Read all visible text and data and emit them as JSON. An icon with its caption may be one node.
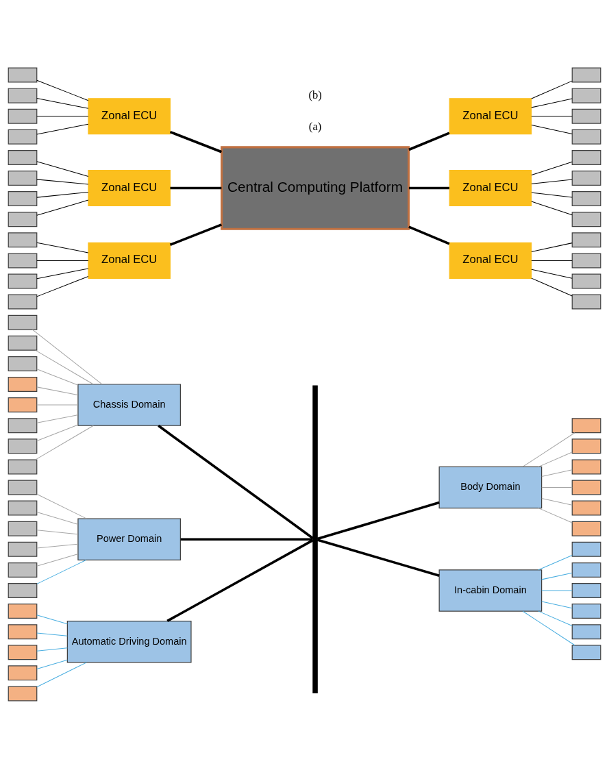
{
  "diagram": {
    "nodes": [
      {
        "text": [
          "Automatic Driving Domain"
        ]
      },
      {
        "text": [],
        "shape": "box"
      },
      {
        "text": [],
        "shape": "box"
      },
      {
        "text": [],
        "shape": "box"
      },
      {
        "text": [],
        "shape": "box"
      },
      {
        "text": [],
        "shape": "box"
      },
      {
        "text": [],
        "shape": "bar"
      },
      {
        "text": [
          "Body Domain"
        ]
      },
      {
        "text": [],
        "shape": "box"
      },
      {
        "text": [],
        "shape": "box"
      },
      {
        "text": [],
        "shape": "box"
      },
      {
        "text": [],
        "shape": "box"
      },
      {
        "text": [],
        "shape": "box"
      },
      {
        "text": [],
        "shape": "box"
      },
      {
        "text": [
          "Chassis Domain"
        ]
      },
      {
        "text": [],
        "shape": "box"
      },
      {
        "text": [],
        "shape": "box"
      },
      {
        "text": [],
        "shape": "box"
      },
      {
        "text": [],
        "shape": "box"
      },
      {
        "text": [],
        "shape": "box"
      },
      {
        "text": [],
        "shape": "box"
      },
      {
        "text": [],
        "shape": "box"
      },
      {
        "text": [],
        "shape": "box"
      },
      {
        "text": [
          "In-cabin Domain"
        ]
      },
      {
        "text": [],
        "shape": "box"
      },
      {
        "text": [],
        "shape": "box"
      },
      {
        "text": [],
        "shape": "box"
      },
      {
        "text": [],
        "shape": "box"
      },
      {
        "text": [],
        "shape": "box"
      },
      {
        "text": [],
        "shape": "box"
      },
      {
        "text": [
          "Power Domain"
        ]
      },
      {
        "text": [],
        "shape": "box"
      },
      {
        "text": [],
        "shape": "box"
      },
      {
        "text": [],
        "shape": "box"
      },
      {
        "text": [],
        "shape": "box"
      },
      {
        "text": [],
        "shape": "box"
      },
      {
        "text": [],
        "shape": "box"
      },
      {
        "text": [
          "Central Computing Platform"
        ]
      },
      {
        "text": [
          "Zonal ECU"
        ]
      },
      {
        "text": [
          "Zonal ECU"
        ]
      },
      {
        "text": [
          "Zonal ECU"
        ]
      },
      {
        "text": [
          "Zonal ECU"
        ]
      },
      {
        "text": [
          "Zonal ECU"
        ]
      },
      {
        "text": [
          "Zonal ECU"
        ]
      },
      {
        "text": [],
        "shape": "box"
      },
      {
        "text": [],
        "shape": "box"
      },
      {
        "text": [],
        "shape": "box"
      },
      {
        "text": [],
        "shape": "box"
      },
      {
        "text": [],
        "shape": "box"
      },
      {
        "text": [],
        "shape": "box"
      },
      {
        "text": [],
        "shape": "box"
      },
      {
        "text": [],
        "shape": "box"
      },
      {
        "text": [],
        "shape": "box"
      },
      {
        "text": [],
        "shape": "box"
      },
      {
        "text": [],
        "shape": "box"
      },
      {
        "text": [],
        "shape": "box"
      },
      {
        "text": [],
        "shape": "box"
      },
      {
        "text": [],
        "shape": "box"
      },
      {
        "text": [],
        "shape": "box"
      },
      {
        "text": [],
        "shape": "box"
      },
      {
        "text": [],
        "shape": "box"
      },
      {
        "text": [],
        "shape": "box"
      },
      {
        "text": [],
        "shape": "box"
      },
      {
        "text": [],
        "shape": "box"
      },
      {
        "text": [],
        "shape": "box"
      },
      {
        "text": [],
        "shape": "box"
      },
      {
        "text": [],
        "shape": "box"
      },
      {
        "text": [],
        "shape": "box"
      }
    ],
    "edges": [
      {
        "from": 1,
        "to": 0,
        "arrow": "none",
        "color": "#4aaee0"
      },
      {
        "from": 2,
        "to": 0,
        "arrow": "none",
        "color": "#4aaee0"
      },
      {
        "from": 3,
        "to": 0,
        "arrow": "none",
        "color": "#4aaee0"
      },
      {
        "from": 4,
        "to": 0,
        "arrow": "none",
        "color": "#4aaee0"
      },
      {
        "from": 5,
        "to": 0,
        "arrow": "none",
        "color": "#4aaee0"
      },
      {
        "from": 0,
        "to": 6,
        "arrow": "none",
        "style": "thick"
      },
      {
        "from": 14,
        "to": 6,
        "arrow": "none",
        "style": "thick"
      },
      {
        "from": 30,
        "to": 6,
        "arrow": "none",
        "style": "thick"
      },
      {
        "from": 6,
        "to": 7,
        "arrow": "none",
        "style": "thick"
      },
      {
        "from": 6,
        "to": 23,
        "arrow": "none",
        "style": "thick"
      },
      {
        "from": 7,
        "to": 8,
        "arrow": "none",
        "color": "#a6a6a6"
      },
      {
        "from": 7,
        "to": 9,
        "arrow": "none",
        "color": "#a6a6a6"
      },
      {
        "from": 7,
        "to": 10,
        "arrow": "none",
        "color": "#a6a6a6"
      },
      {
        "from": 7,
        "to": 11,
        "arrow": "none",
        "color": "#a6a6a6"
      },
      {
        "from": 7,
        "to": 12,
        "arrow": "none",
        "color": "#a6a6a6"
      },
      {
        "from": 7,
        "to": 13,
        "arrow": "none",
        "color": "#a6a6a6"
      },
      {
        "from": 15,
        "to": 14,
        "arrow": "none",
        "color": "#a6a6a6"
      },
      {
        "from": 16,
        "to": 14,
        "arrow": "none",
        "color": "#a6a6a6"
      },
      {
        "from": 17,
        "to": 14,
        "arrow": "none",
        "color": "#a6a6a6"
      },
      {
        "from": 18,
        "to": 14,
        "arrow": "none",
        "color": "#a6a6a6"
      },
      {
        "from": 19,
        "to": 14,
        "arrow": "none",
        "color": "#a6a6a6"
      },
      {
        "from": 20,
        "to": 14,
        "arrow": "none",
        "color": "#a6a6a6"
      },
      {
        "from": 21,
        "to": 14,
        "arrow": "none",
        "color": "#a6a6a6"
      },
      {
        "from": 22,
        "to": 14,
        "arrow": "none",
        "color": "#a6a6a6"
      },
      {
        "from": 23,
        "to": 24,
        "arrow": "none",
        "color": "#4aaee0"
      },
      {
        "from": 23,
        "to": 25,
        "arrow": "none",
        "color": "#4aaee0"
      },
      {
        "from": 23,
        "to": 26,
        "arrow": "none",
        "color": "#4aaee0"
      },
      {
        "from": 23,
        "to": 27,
        "arrow": "none",
        "color": "#4aaee0"
      },
      {
        "from": 23,
        "to": 28,
        "arrow": "none",
        "color": "#4aaee0"
      },
      {
        "from": 23,
        "to": 29,
        "arrow": "none",
        "color": "#4aaee0"
      },
      {
        "from": 31,
        "to": 30,
        "arrow": "none",
        "color": "#a6a6a6"
      },
      {
        "from": 32,
        "to": 30,
        "arrow": "none",
        "color": "#a6a6a6"
      },
      {
        "from": 33,
        "to": 30,
        "arrow": "none",
        "color": "#a6a6a6"
      },
      {
        "from": 34,
        "to": 30,
        "arrow": "none",
        "color": "#a6a6a6"
      },
      {
        "from": 35,
        "to": 30,
        "arrow": "none",
        "color": "#a6a6a6"
      },
      {
        "from": 36,
        "to": 30,
        "arrow": "none",
        "color": "#4aaee0"
      },
      {
        "from": 38,
        "to": 37,
        "arrow": "none",
        "style": "thick"
      },
      {
        "from": 37,
        "to": 39,
        "arrow": "none",
        "style": "thick"
      },
      {
        "from": 40,
        "to": 37,
        "arrow": "none",
        "style": "thick"
      },
      {
        "from": 37,
        "to": 41,
        "arrow": "none",
        "style": "thick"
      },
      {
        "from": 42,
        "to": 37,
        "arrow": "none",
        "style": "thick"
      },
      {
        "from": 37,
        "to": 43,
        "arrow": "none",
        "style": "thick"
      },
      {
        "from": 44,
        "to": 38,
        "arrow": "none"
      },
      {
        "from": 45,
        "to": 38,
        "arrow": "none"
      },
      {
        "from": 46,
        "to": 38,
        "arrow": "none"
      },
      {
        "from": 47,
        "to": 38,
        "arrow": "none"
      },
      {
        "from": 39,
        "to": 48,
        "arrow": "none"
      },
      {
        "from": 39,
        "to": 49,
        "arrow": "none"
      },
      {
        "from": 39,
        "to": 50,
        "arrow": "none"
      },
      {
        "from": 39,
        "to": 51,
        "arrow": "none"
      },
      {
        "from": 52,
        "to": 40,
        "arrow": "none"
      },
      {
        "from": 53,
        "to": 40,
        "arrow": "none"
      },
      {
        "from": 54,
        "to": 40,
        "arrow": "none"
      },
      {
        "from": 55,
        "to": 40,
        "arrow": "none"
      },
      {
        "from": 41,
        "to": 56,
        "arrow": "none"
      },
      {
        "from": 41,
        "to": 57,
        "arrow": "none"
      },
      {
        "from": 41,
        "to": 58,
        "arrow": "none"
      },
      {
        "from": 41,
        "to": 59,
        "arrow": "none"
      },
      {
        "from": 60,
        "to": 42,
        "arrow": "none"
      },
      {
        "from": 61,
        "to": 42,
        "arrow": "none"
      },
      {
        "from": 62,
        "to": 42,
        "arrow": "none"
      },
      {
        "from": 63,
        "to": 42,
        "arrow": "none"
      },
      {
        "from": 43,
        "to": 64,
        "arrow": "none"
      },
      {
        "from": 43,
        "to": 65,
        "arrow": "none"
      },
      {
        "from": 43,
        "to": 66,
        "arrow": "none"
      },
      {
        "from": 43,
        "to": 67,
        "arrow": "none"
      }
    ],
    "labels": [
      "(a)",
      "(b)"
    ]
  }
}
